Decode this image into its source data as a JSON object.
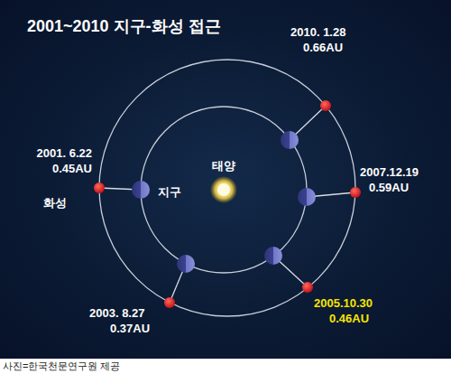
{
  "diagram": {
    "title": "2001~2010 지구-화성 접근",
    "caption": "사진=한국천문연구원 제공",
    "labels": [
      "2010. 1.28",
      "0.66AU",
      "2001. 6.22",
      "0.45AU",
      "화성",
      "지구",
      "태양",
      "2007.12.19",
      "0.59AU",
      "2003. 8.27",
      "0.37AU",
      "2005.10.30",
      "0.46AU"
    ]
  }
}
